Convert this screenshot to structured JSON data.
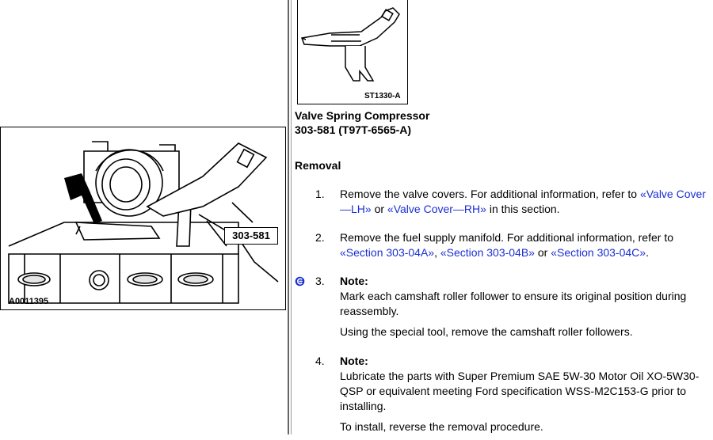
{
  "tool_figure": {
    "label": "ST1330-A"
  },
  "install_figure": {
    "label": "A0011395",
    "callout": "303-581"
  },
  "tool": {
    "name": "Valve Spring Compressor",
    "number": "303-581 (T97T-6565-A)"
  },
  "section_heading": "Removal",
  "steps": [
    {
      "num": "1.",
      "text_a": "Remove the valve covers. For additional information, refer to ",
      "link1": "«Valve Cover—LH»",
      "text_b": " or ",
      "link2": "«Valve Cover—RH»",
      "text_c": " in this section."
    },
    {
      "num": "2.",
      "text_a": "Remove the fuel supply manifold. For additional information, refer to ",
      "link1": "«Section 303-04A»",
      "text_b": ", ",
      "link2": "«Section 303-04B»",
      "text_c": " or ",
      "link3": "«Section 303-04C»",
      "text_d": "."
    },
    {
      "num": "3.",
      "note": "Note:",
      "note_text": "Mark each camshaft roller follower to ensure its original position during reassembly.",
      "text": "Using the special tool, remove the camshaft roller followers."
    },
    {
      "num": "4.",
      "note": "Note:",
      "note_text": "Lubricate the parts with Super Premium SAE 5W-30 Motor Oil XO-5W30-QSP or equivalent meeting Ford specification WSS-M2C153-G prior to installing.",
      "text": "To install, reverse the removal procedure."
    }
  ],
  "colors": {
    "link": "#1a2fd2",
    "divider": "#555555"
  },
  "icons": {
    "step3": "reassembly-warning-icon"
  }
}
